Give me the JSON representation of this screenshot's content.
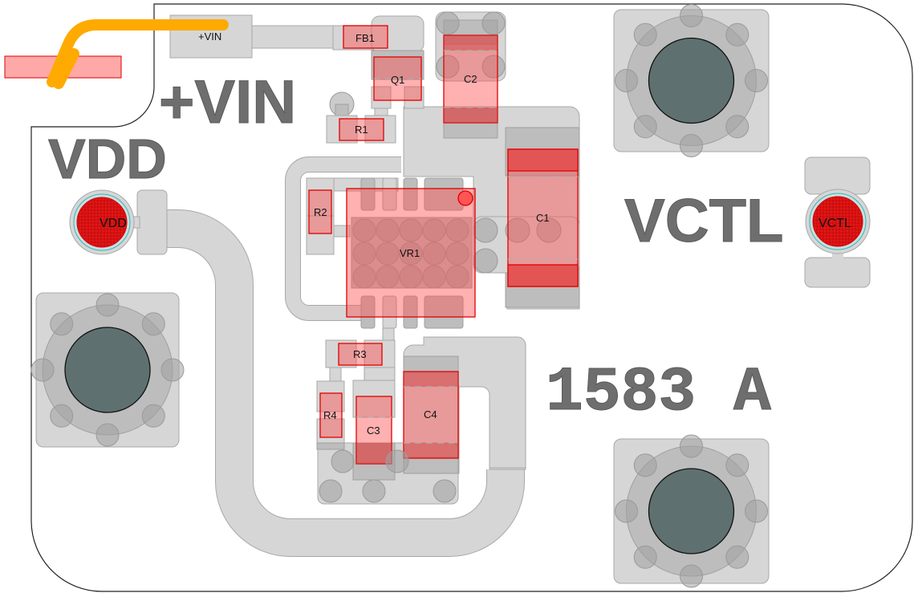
{
  "board": {
    "title": "PCB Layout - 1583 A",
    "colors": {
      "copper": "#d6d6d6",
      "pad": "#bdbdbd",
      "component_outline": "#e00000",
      "component_fill": "#ffa6a6",
      "silkscreen": "#6e6e6e",
      "mount_hole": "#5f7070",
      "wire": "#ffaa00",
      "test_point": "#e01010"
    }
  },
  "silkscreen": {
    "vin": "+VIN",
    "vdd": "VDD",
    "vctl": "VCTL",
    "board_id": "1583 A"
  },
  "components": {
    "fb1": "FB1",
    "q1": "Q1",
    "c2": "C2",
    "r1": "R1",
    "r2": "R2",
    "vr1": "VR1",
    "c1": "C1",
    "r3": "R3",
    "r4": "R4",
    "c3": "C3",
    "c4": "C4"
  },
  "pads": {
    "vin_pad": "+VIN",
    "vdd_tp": "VDD",
    "vctl_tp": "VCTL"
  }
}
